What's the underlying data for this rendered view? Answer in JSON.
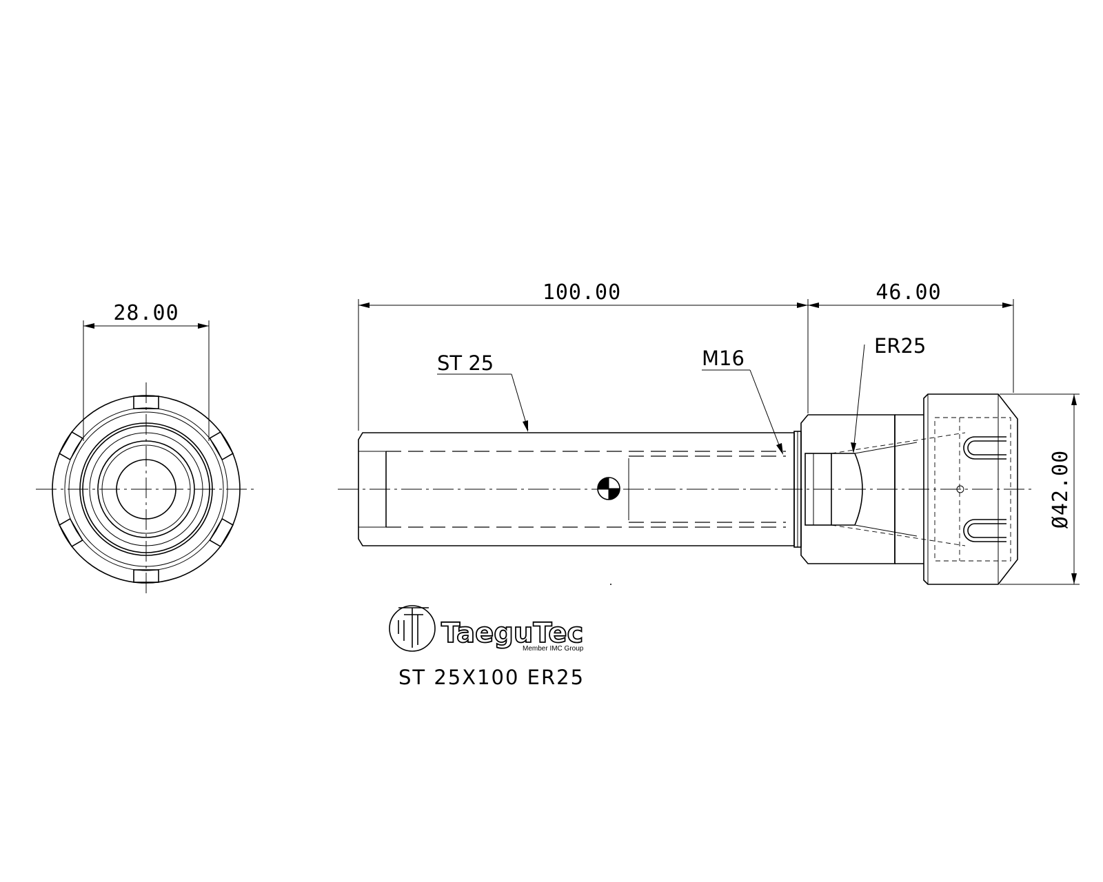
{
  "dimensions": {
    "end_view_width": "28.00",
    "length_shank": "100.00",
    "length_head": "46.00",
    "diameter_nut": "Ø42.00"
  },
  "labels": {
    "shank": "ST 25",
    "thread": "M16",
    "collet": "ER25"
  },
  "logo": {
    "name": "TaeguTec",
    "tagline": "Member IMC Group"
  },
  "part_number": "ST 25X100 ER25"
}
